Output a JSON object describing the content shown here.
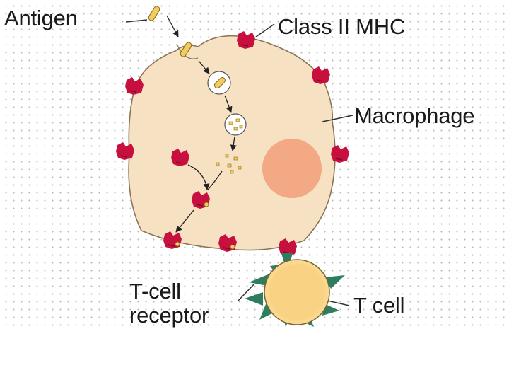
{
  "labels": {
    "antigen": "Antigen",
    "class_ii_mhc": "Class II MHC",
    "macrophage": "Macrophage",
    "t_cell_receptor_line1": "T-cell",
    "t_cell_receptor_line2": "receptor",
    "t_cell": "T cell"
  },
  "colors": {
    "macrophage_fill": "#f6e1c2",
    "nucleus": "#f2a57f",
    "mhc": "#c8103e",
    "antigen": "#f0cc62",
    "t_cell_fill": "#fbd890",
    "t_cell_spikes": "#2e7d5e"
  }
}
